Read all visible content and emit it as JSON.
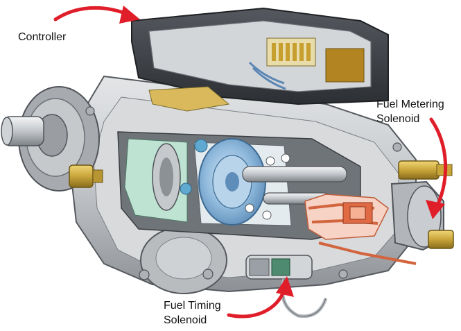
{
  "labels": {
    "controller": "Controller",
    "fuel_metering_line1": "Fuel Metering",
    "fuel_metering_line2": "Solenoid",
    "fuel_timing_line1": "Fuel Timing",
    "fuel_timing_line2": "Solenoid"
  },
  "colors": {
    "arrow": "#e01e2a",
    "casing": "#c9cccf",
    "casing_dark": "#8d9196",
    "controller_body": "#3a3d42",
    "rotor_blue": "#8fb9dc",
    "copper_lines": "#e58a6a",
    "brass": "#c9a53a",
    "green_chamber": "#bfe3d2"
  }
}
